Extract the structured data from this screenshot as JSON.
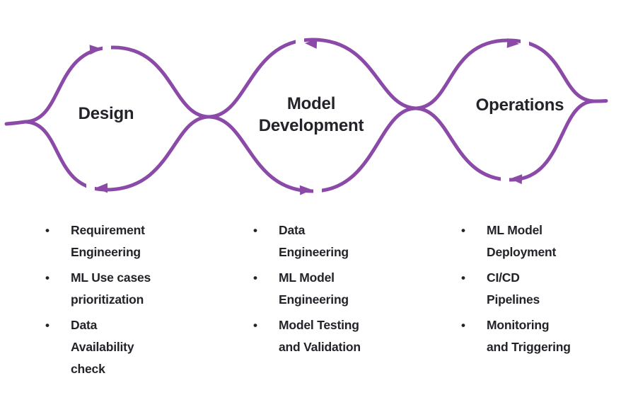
{
  "diagram": {
    "accent_color": "#8b49a8",
    "text_color": "#232329",
    "background_color": "#ffffff",
    "bullet_glyph": "•",
    "phases": [
      {
        "label": "Design",
        "label_lines": [
          "Design"
        ],
        "cycle_direction": "clockwise",
        "items": [
          {
            "text": "Requirement Engineering",
            "lines": [
              "Requirement",
              "Engineering"
            ]
          },
          {
            "text": "ML Use cases prioritization",
            "lines": [
              "ML Use cases",
              "prioritization"
            ]
          },
          {
            "text": "Data Availability check",
            "lines": [
              "Data",
              "Availability",
              "check"
            ]
          }
        ]
      },
      {
        "label": "Model Development",
        "label_lines": [
          "Model",
          "Development"
        ],
        "cycle_direction": "counter-clockwise",
        "items": [
          {
            "text": "Data Engineering",
            "lines": [
              "Data",
              "Engineering"
            ]
          },
          {
            "text": "ML Model Engineering",
            "lines": [
              "ML Model",
              "Engineering"
            ]
          },
          {
            "text": "Model Testing and Validation",
            "lines": [
              "Model Testing",
              "and Validation"
            ]
          }
        ]
      },
      {
        "label": "Operations",
        "label_lines": [
          "Operations"
        ],
        "cycle_direction": "clockwise",
        "items": [
          {
            "text": "ML Model Deployment",
            "lines": [
              "ML Model",
              "Deployment"
            ]
          },
          {
            "text": "CI/CD Pipelines",
            "lines": [
              "CI/CD",
              "Pipelines"
            ]
          },
          {
            "text": "Monitoring and Triggering",
            "lines": [
              "Monitoring",
              "and Triggering"
            ]
          }
        ]
      }
    ]
  }
}
